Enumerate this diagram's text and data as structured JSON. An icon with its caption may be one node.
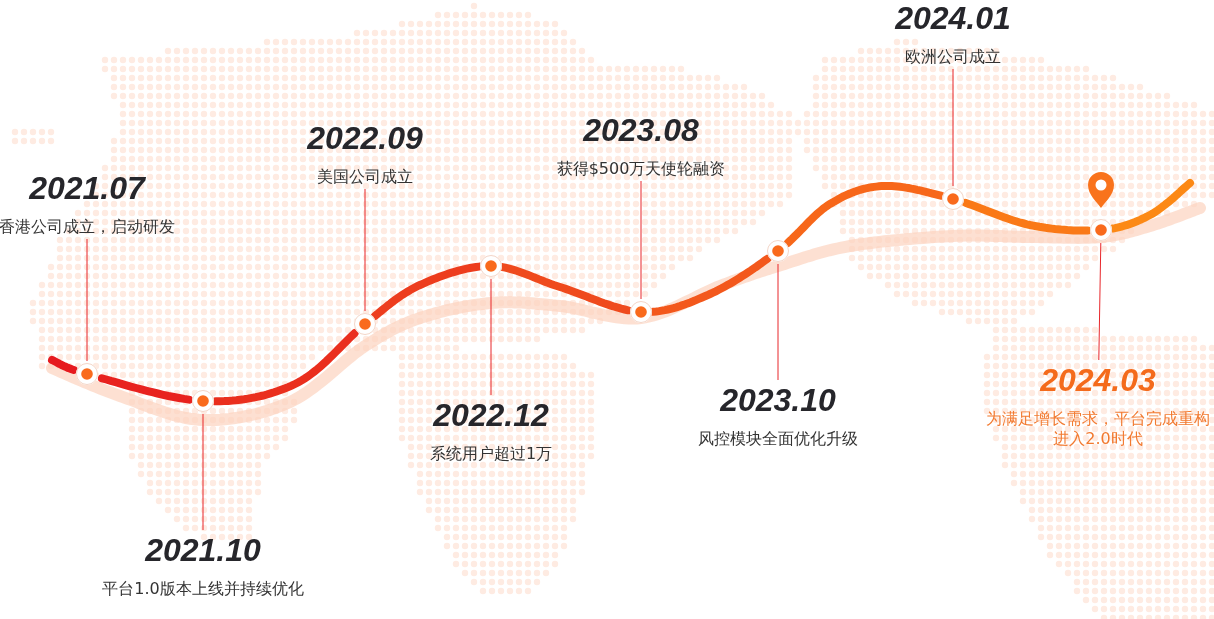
{
  "diagram": {
    "nodes": [
      {
        "text": [
          "2021.07",
          "香港公司成立，启动研发"
        ]
      },
      {
        "text": [],
        "shape": "circle"
      },
      {
        "text": [
          "2021.10",
          "平台1.0版本上线并持续优化"
        ]
      },
      {
        "text": [],
        "shape": "circle"
      },
      {
        "text": [
          "2022.09",
          "美国公司成立"
        ]
      },
      {
        "text": [],
        "shape": "circle"
      },
      {
        "text": [
          "2022.12",
          "系统用户超过1万"
        ]
      },
      {
        "text": [],
        "shape": "circle"
      },
      {
        "text": [
          "2023.08",
          "获得$500万天使轮融资"
        ]
      },
      {
        "text": [],
        "shape": "circle"
      },
      {
        "text": [
          "2023.10",
          "风控模块全面优化升级"
        ]
      },
      {
        "text": [],
        "shape": "circle"
      },
      {
        "text": [
          "2024.01",
          "欧洲公司成立"
        ]
      },
      {
        "text": [],
        "shape": "circle"
      },
      {
        "text": [
          "2024.03",
          "为满足增长需求，平台完成重构进入2.0时代"
        ]
      },
      {
        "text": [],
        "shape": "circle"
      }
    ],
    "edges": [
      {
        "from": null,
        "to": 1,
        "arrow": "none",
        "color": "#e61a1f"
      },
      {
        "from": 1,
        "to": 3,
        "arrow": "none",
        "color": "#e8221f"
      },
      {
        "from": 3,
        "to": 5,
        "arrow": "none",
        "color": "#ea2f1e"
      },
      {
        "from": 5,
        "to": 7,
        "arrow": "none",
        "color": "#ed3d1e"
      },
      {
        "from": 7,
        "to": 9,
        "arrow": "none",
        "color": "#ef4a1d"
      },
      {
        "from": 9,
        "to": 11,
        "arrow": "none",
        "color": "#f3581c"
      },
      {
        "from": 11,
        "to": 13,
        "arrow": "none",
        "color": "#f7671a"
      },
      {
        "from": 13,
        "to": 15,
        "arrow": "none",
        "color": "#fa7917"
      },
      {
        "from": 15,
        "to": null,
        "arrow": "none",
        "color": "#fc8915"
      },
      {
        "from": 0,
        "to": 1,
        "arrow": "none"
      },
      {
        "from": 2,
        "to": 3,
        "arrow": "none"
      },
      {
        "from": 4,
        "to": 5,
        "arrow": "none"
      },
      {
        "from": 6,
        "to": 7,
        "arrow": "none"
      },
      {
        "from": 8,
        "to": 9,
        "arrow": "none"
      },
      {
        "from": 10,
        "to": 11,
        "arrow": "none"
      },
      {
        "from": 12,
        "to": 13,
        "arrow": "none"
      },
      {
        "from": 14,
        "to": 15,
        "arrow": "none"
      }
    ]
  }
}
